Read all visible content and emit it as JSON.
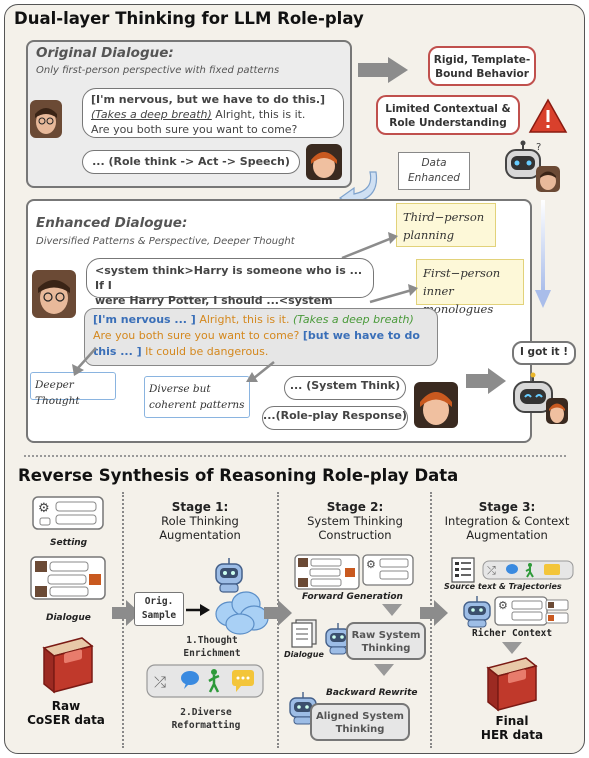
{
  "title_top": "Dual-layer Thinking for LLM Role-play",
  "original": {
    "title": "Original Dialogue:",
    "subtitle": "Only first-person perspective with fixed patterns",
    "bubble_line1": "[I'm nervous, but we have to do this.]",
    "bubble_line2_italic": "(Takes a deep breath)",
    "bubble_line2_rest": " Alright, this is it.",
    "bubble_line3": "Are you both sure you want to come?",
    "think_bubble": "... (Role think -> Act -> Speech)"
  },
  "data_enhanced": [
    "Data",
    "Enhanced"
  ],
  "problems": {
    "rigid": [
      "Rigid, Template-",
      "Bound Behavior"
    ],
    "limited": [
      "Limited Contextual &",
      "Role Understanding"
    ]
  },
  "enhanced": {
    "title": "Enhanced Dialogue:",
    "subtitle": "Diversified Patterns & Perspective, Deeper Thought",
    "system_think_line1": "<system think>Harry is someone who is ... If I",
    "system_think_line2": "were Harry Potter, I should ...<system think>",
    "resp_a": "[I'm nervous ... ]",
    "resp_b": " Alright, this is it. ",
    "resp_c": "(Takes a deep breath)",
    "resp_d": "Are you both sure you want to come? ",
    "resp_e": "[but we have to do",
    "resp_f": "this ... ]",
    "resp_g": " It could be dangerous.",
    "third_person": [
      "Third−person",
      "planning"
    ],
    "first_person": [
      "First−person",
      "inner monologues"
    ],
    "deeper": "Deeper Thought",
    "diverse": [
      "Diverse but",
      "coherent patterns"
    ],
    "sys_think": "... (System Think)",
    "rp_response": "...(Role-play Response)",
    "got_it": "I got it !"
  },
  "title_bottom": "Reverse Synthesis of Reasoning Role-play Data",
  "setting_label": "Setting",
  "dialogue_label": "Dialogue",
  "raw_label": [
    "Raw",
    "CoSER data"
  ],
  "stage1": {
    "title": "Stage 1:",
    "sub": [
      "Role Thinking",
      "Augmentation"
    ],
    "orig": [
      "Orig.",
      "Sample"
    ],
    "enrich": [
      "1.Thought",
      "Enrichment"
    ],
    "reformat": [
      "2.Diverse",
      "Reformatting"
    ]
  },
  "stage2": {
    "title": "Stage 2:",
    "sub": [
      "System Thinking",
      "Construction"
    ],
    "forward": "Forward Generation",
    "dialogue": "Dialogue",
    "raw_sys": [
      "Raw System",
      "Thinking"
    ],
    "backward": "Backward Rewrite",
    "aligned": [
      "Aligned System",
      "Thinking"
    ]
  },
  "stage3": {
    "title": "Stage 3:",
    "sub": [
      "Integration & Context",
      "Augmentation"
    ],
    "source": "Source text & Trajectories",
    "richer": "Richer Context",
    "final": [
      "Final",
      "HER data"
    ]
  },
  "colors": {
    "green": "#4a9a3a",
    "orange": "#d4881e",
    "blue": "#3a6fb8",
    "red": "#c0504d"
  }
}
